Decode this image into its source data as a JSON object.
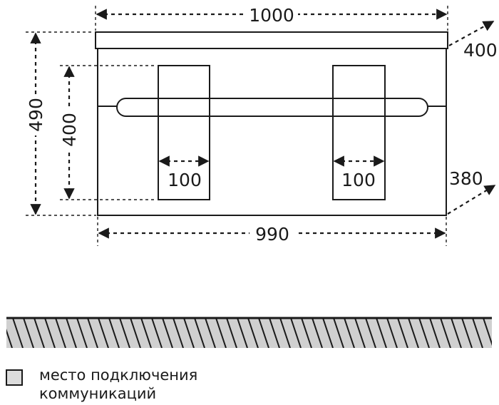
{
  "dimensions": {
    "top_width": "1000",
    "top_depth": "400",
    "total_height": "490",
    "zone_height": "400",
    "zone_left_width": "100",
    "zone_right_width": "100",
    "body_depth": "380",
    "body_width": "990"
  },
  "legend": {
    "line1": "место подключения",
    "line2": "коммуникаций"
  },
  "colors": {
    "line": "#1a1a1a",
    "zone_fill": "#dcdcdc",
    "floor_fill": "#d0d0d0"
  }
}
